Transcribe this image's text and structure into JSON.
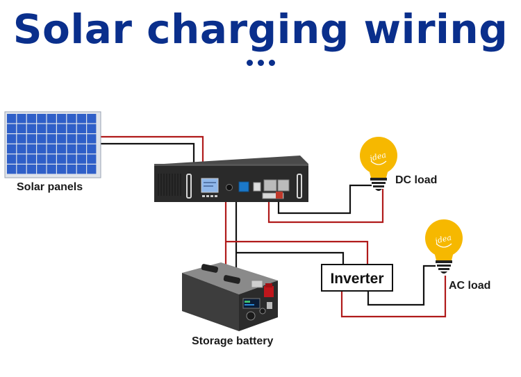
{
  "title": "Solar charging wiring",
  "labels": {
    "solar_panels": "Solar panels",
    "dc_load": "DC load",
    "ac_load": "AC load",
    "storage_battery": "Storage battery",
    "inverter": "Inverter"
  },
  "bulb_text": "idea",
  "colors": {
    "title": "#0a2f8c",
    "dots": "#0a2f8c",
    "positive_wire": "#b01a1a",
    "negative_wire": "#111111",
    "bulb": "#f6b800",
    "panel_cell": "#2f5fc8",
    "device_body": "#2a2a2a"
  }
}
